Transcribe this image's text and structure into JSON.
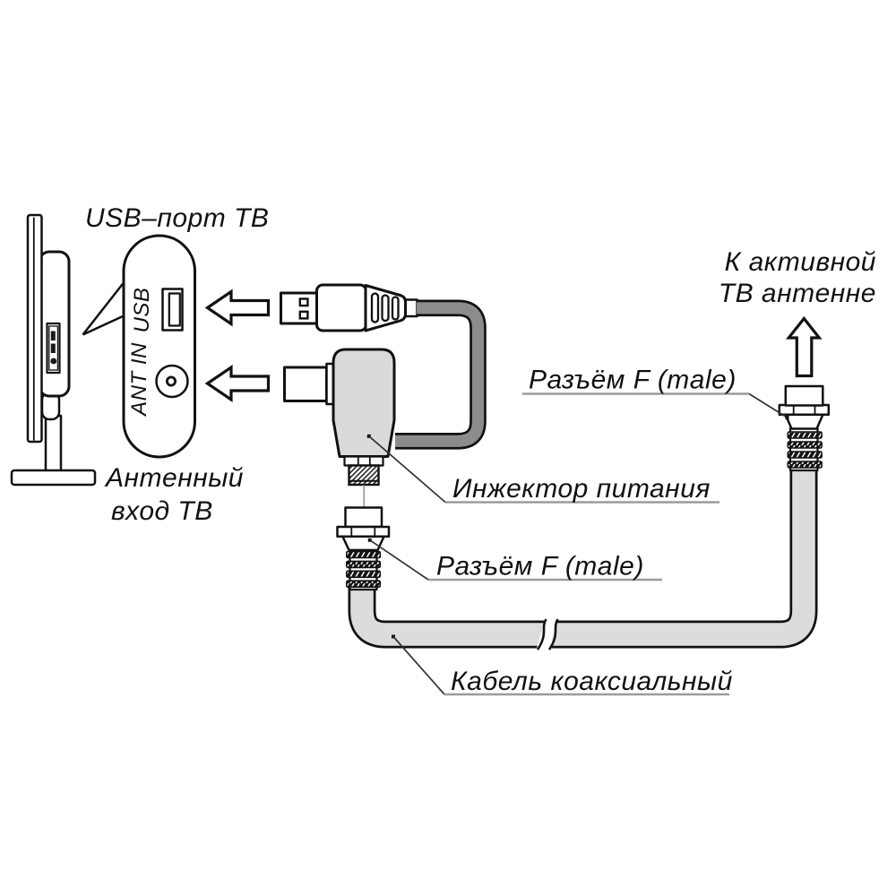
{
  "diagram": {
    "labels": {
      "usb_port_tv": "USB–порт ТВ",
      "antenna_input": {
        "line1": "Антенный",
        "line2": "вход ТВ"
      },
      "to_antenna": {
        "line1": "К активной",
        "line2": "ТВ антенне"
      },
      "f_connector_right": "Разъём F (male)",
      "injector": "Инжектор питания",
      "f_connector_middle": "Разъём F (male)",
      "coax_cable": "Кабель коаксиальный"
    },
    "panel": {
      "usb_port": "USB",
      "ant_port": "ANT IN"
    },
    "colors": {
      "outline": "#111111",
      "coax_gray": "#dcdcdc",
      "usb_cable_gray": "#8c8c8c",
      "injector_gray": "#dadada",
      "underline_gray": "#9b9b9b",
      "leader_dark": "#333333",
      "background": "#ffffff"
    }
  }
}
